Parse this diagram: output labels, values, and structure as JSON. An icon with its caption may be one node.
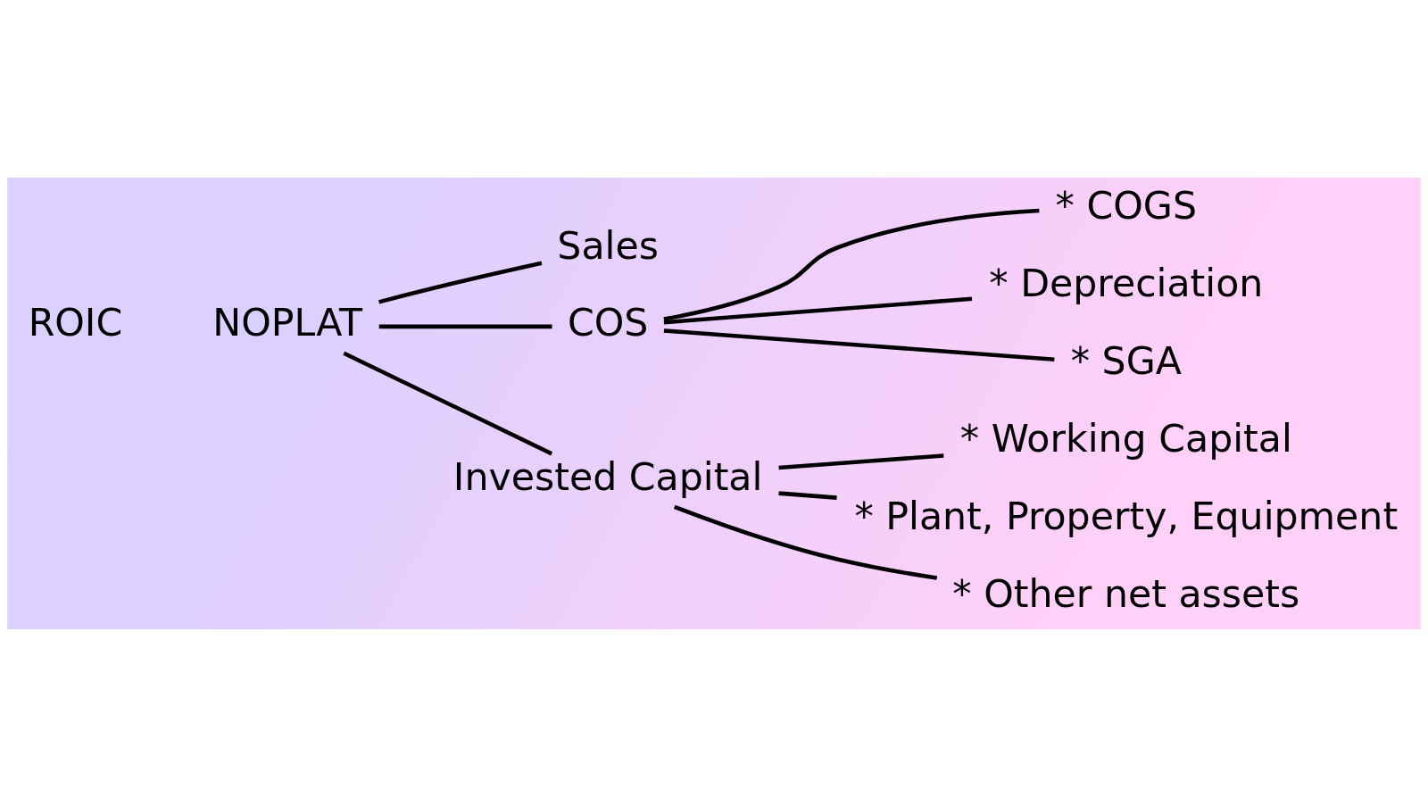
{
  "diagram": {
    "nodes": [
      {
        "text": [
          "Sales"
        ]
      },
      {
        "text": [
          "NOPLAT"
        ]
      },
      {
        "text": [
          "COS"
        ]
      },
      {
        "text": [
          "* COGS"
        ]
      },
      {
        "text": [
          "* Depreciation"
        ]
      },
      {
        "text": [
          "* SGA"
        ]
      },
      {
        "text": [
          "Invested Capital"
        ]
      },
      {
        "text": [
          "* Working Capital"
        ]
      },
      {
        "text": [
          "* Plant, Property, Equipment"
        ]
      },
      {
        "text": [
          "* Other net assets"
        ]
      }
    ],
    "edges": [
      {
        "from": 1,
        "to": 0,
        "arrow": "none"
      },
      {
        "from": 1,
        "to": 2,
        "arrow": "none"
      },
      {
        "from": 2,
        "to": 3,
        "arrow": "none"
      },
      {
        "from": 2,
        "to": 4,
        "arrow": "none"
      },
      {
        "from": 2,
        "to": 5,
        "arrow": "none"
      },
      {
        "from": 1,
        "to": 6,
        "arrow": "none"
      },
      {
        "from": 6,
        "to": 7,
        "arrow": "none"
      },
      {
        "from": 6,
        "to": 8,
        "arrow": "none"
      },
      {
        "from": 6,
        "to": 9,
        "arrow": "none"
      }
    ],
    "labels": [
      "ROIC"
    ]
  }
}
